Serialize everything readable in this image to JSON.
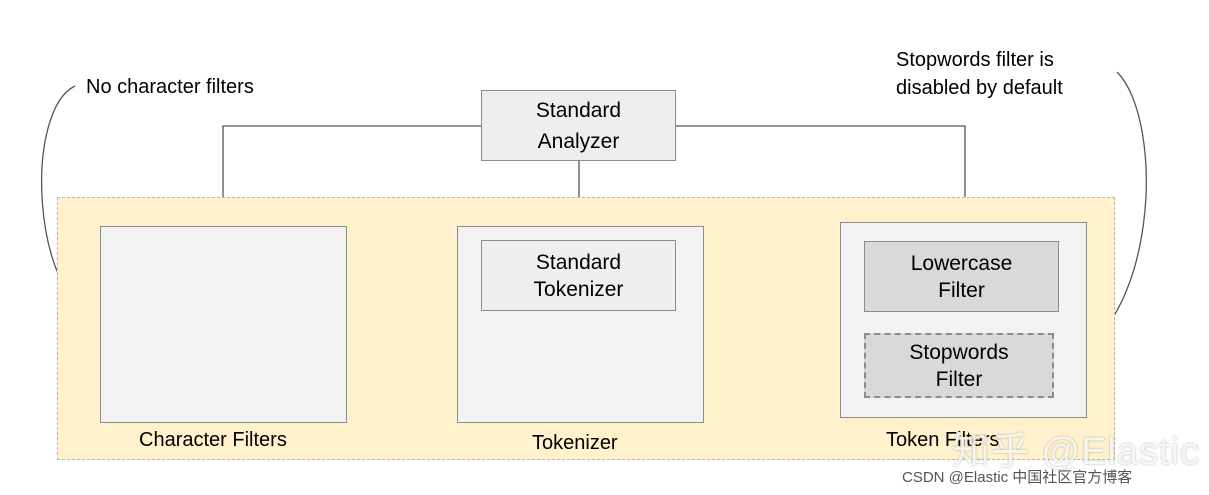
{
  "analyzer": {
    "label": "Standard\nAnalyzer"
  },
  "stages": {
    "character_filters": {
      "caption": "Character Filters"
    },
    "tokenizer": {
      "caption": "Tokenizer",
      "inner_label": "Standard\nTokenizer"
    },
    "token_filters": {
      "caption": "Token Filters",
      "lowercase_label": "Lowercase\nFilter",
      "stopwords_label": "Stopwords\nFilter"
    }
  },
  "notes": {
    "left": "No character filters",
    "right": "Stopwords filter is\ndisabled by default"
  },
  "watermarks": {
    "zhihu": "知乎 @Elastic",
    "csdn": "CSDN @Elastic 中国社区官方博客"
  },
  "colors": {
    "container_fill": "#fff2cc",
    "box_fill": "#f3f3f3",
    "filter_fill": "#d9d9d9",
    "stroke": "#8c8c8c"
  }
}
